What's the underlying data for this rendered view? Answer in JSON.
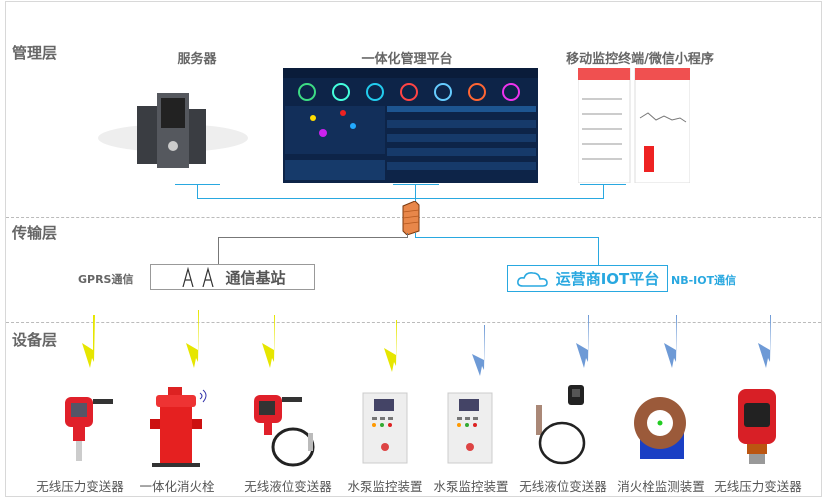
{
  "layers": {
    "management": "管理层",
    "transport": "传输层",
    "device": "设备层"
  },
  "management": {
    "server_title": "服务器",
    "platform_title": "一体化管理平台",
    "mobile_title": "移动监控终端/微信小程序"
  },
  "transport": {
    "gprs_label": "GPRS通信",
    "base_station": "通信基站",
    "iot_platform": "运营商IOT平台",
    "nbiot_label": "NB-IOT通信"
  },
  "devices": [
    {
      "label": "无线压力变送器",
      "signal": "GPRS"
    },
    {
      "label": "一体化消火栓",
      "signal": "GPRS"
    },
    {
      "label": "无线液位变送器",
      "signal": "GPRS"
    },
    {
      "label": "水泵监控装置",
      "signal": "GPRS"
    },
    {
      "label": "水泵监控装置",
      "signal": "NB-IOT"
    },
    {
      "label": "无线液位变送器",
      "signal": "NB-IOT"
    },
    {
      "label": "消火栓监测装置",
      "signal": "NB-IOT"
    },
    {
      "label": "无线压力变送器",
      "signal": "NB-IOT"
    }
  ],
  "colors": {
    "gprs": "#e6e600",
    "nbiot": "#6e9ad6",
    "link": "#29a8e0"
  }
}
